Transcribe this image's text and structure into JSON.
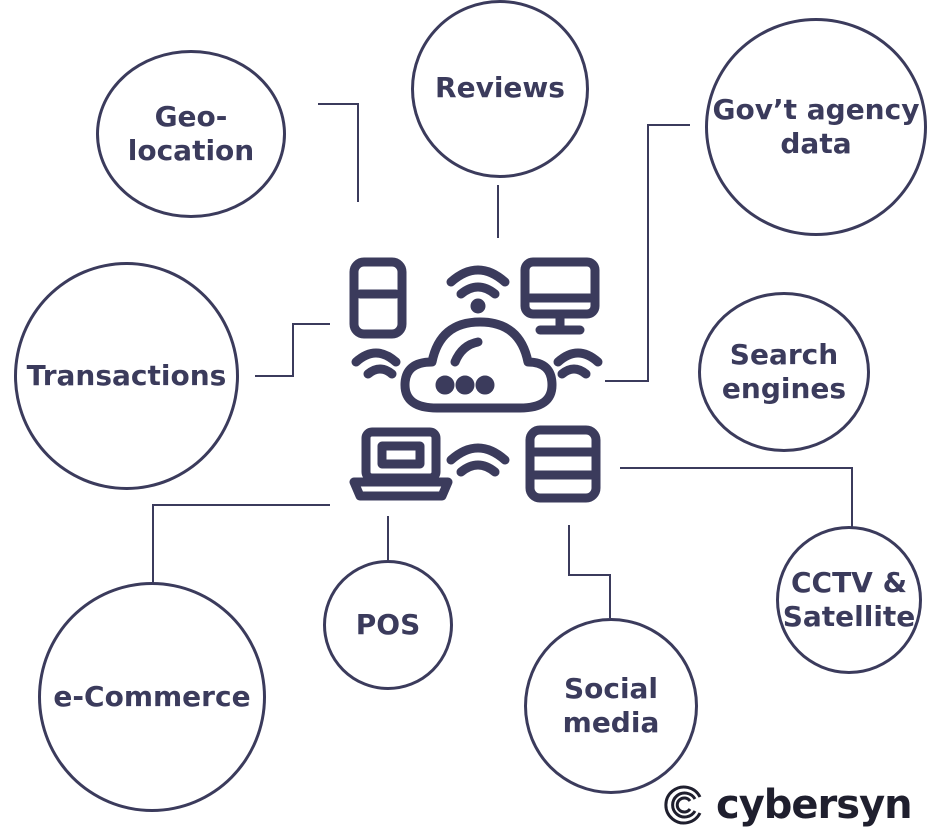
{
  "diagram": {
    "nodes": {
      "geolocation": "Geo-\nlocation",
      "reviews": "Reviews",
      "govt": "Gov’t agency\ndata",
      "transactions": "Transactions",
      "search": "Search\nengines",
      "ecommerce": "e-Commerce",
      "pos": "POS",
      "social": "Social\nmedia",
      "cctv": "CCTV &\nSatellite"
    }
  },
  "brand": {
    "logo_text": "cybersyn"
  },
  "colors": {
    "stroke": "#3b3b5c",
    "background": "#ffffff"
  },
  "icons": [
    "smartphone-icon",
    "desktop-monitor-icon",
    "cloud-icon",
    "wifi-icon",
    "laptop-icon",
    "database-server-icon"
  ]
}
